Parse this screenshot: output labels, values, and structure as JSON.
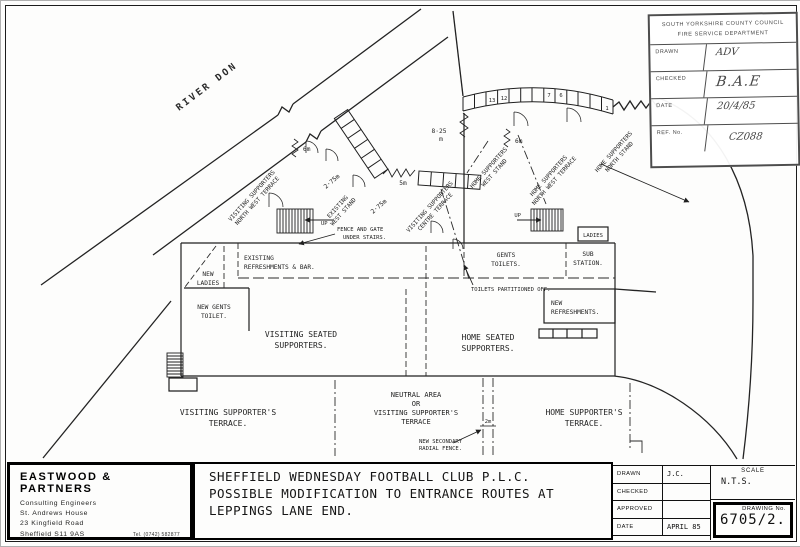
{
  "stamp": {
    "org_line1": "SOUTH YORKSHIRE COUNTY COUNCIL",
    "org_line2": "FIRE SERVICE DEPARTMENT",
    "drawn_label": "DRAWN",
    "drawn_value": "ADV",
    "checked_label": "CHECKED",
    "checked_value": "B.A.E",
    "date_label": "DATE",
    "date_value": "20/4/85",
    "ref_label": "REF. No.",
    "ref_value": "CZ088"
  },
  "plan": {
    "river": "RIVER DON",
    "stands": {
      "visiting_nw": [
        "VISITING SUPPORTERS",
        "NORTH WEST TERRACE"
      ],
      "existing_west": [
        "EXISTING",
        "WEST STAND"
      ],
      "visiting_centre": [
        "VISITING SUPPORTERS",
        "CENTRE TERRACE"
      ],
      "home_west": [
        "HOME SUPPORTERS",
        "WEST STAND"
      ],
      "home_nw": [
        "HOME SUPPORTERS",
        "NORTH WEST TERRACE"
      ],
      "home_north": [
        "HOME SUPPORTERS",
        "NORTH STAND"
      ]
    },
    "rooms": {
      "new_ladies": [
        "NEW",
        "LADIES"
      ],
      "new_gents": [
        "NEW GENTS",
        "TOILET."
      ],
      "refreshments": [
        "EXISTING",
        "REFRESHMENTS & BAR."
      ],
      "gents": [
        "GENTS",
        "TOILETS."
      ],
      "sub_station": [
        "SUB",
        "STATION."
      ],
      "ladies": "LADIES",
      "partitioned": "TOILETS PARTITIONED OFF.",
      "new_refreshments": [
        "NEW",
        "REFRESHMENTS."
      ],
      "fence_gate": [
        "FENCE AND GATE",
        "UNDER STAIRS."
      ]
    },
    "areas": {
      "visiting_seated": [
        "VISITING SEATED",
        "SUPPORTERS."
      ],
      "home_seated": [
        "HOME SEATED",
        "SUPPORTERS."
      ],
      "visiting_terrace": [
        "VISITING SUPPORTER'S",
        "TERRACE."
      ],
      "neutral": [
        "NEUTRAL AREA",
        "OR",
        "VISITING SUPPORTER'S",
        "TERRACE"
      ],
      "home_terrace": [
        "HOME SUPPORTER'S",
        "TERRACE."
      ],
      "radial_fence": [
        "NEW SECONDARY",
        "RADIAL FENCE."
      ]
    },
    "dims": {
      "six_left": "6m",
      "two75_a": "2·75m",
      "two75_b": "2·75m",
      "five": "5m",
      "eight25": "8·25",
      "eight25_unit": "m",
      "six_right": "6m",
      "two": "2m"
    },
    "stairs": {
      "up_left": "UP",
      "up_right": "UP"
    },
    "turnstiles": {
      "n13": "13",
      "n12": "12",
      "n7": "7",
      "n6": "6",
      "n1": "1"
    }
  },
  "firm": {
    "name": "EASTWOOD & PARTNERS",
    "line1": "Consulting Engineers",
    "line2": "St. Andrews House",
    "line3": "23 Kingfield Road",
    "line4": "Sheffield S11 9AS",
    "tel": "Tel. (0742) 582877"
  },
  "title_block": {
    "line1": "SHEFFIELD WEDNESDAY FOOTBALL CLUB P.L.C.",
    "line2": "POSSIBLE MODIFICATION TO ENTRANCE ROUTES AT",
    "line3": "LEPPINGS LANE END."
  },
  "info": {
    "drawn_label": "DRAWN",
    "drawn_value": "J.C.",
    "checked_label": "CHECKED",
    "checked_value": "",
    "approved_label": "APPROVED",
    "approved_value": "",
    "date_label": "DATE",
    "date_value": "APRIL 85",
    "scale_label": "SCALE",
    "scale_value": "N.T.S.",
    "drawing_no_label": "DRAWING No.",
    "drawing_no_value": "6705/2."
  }
}
